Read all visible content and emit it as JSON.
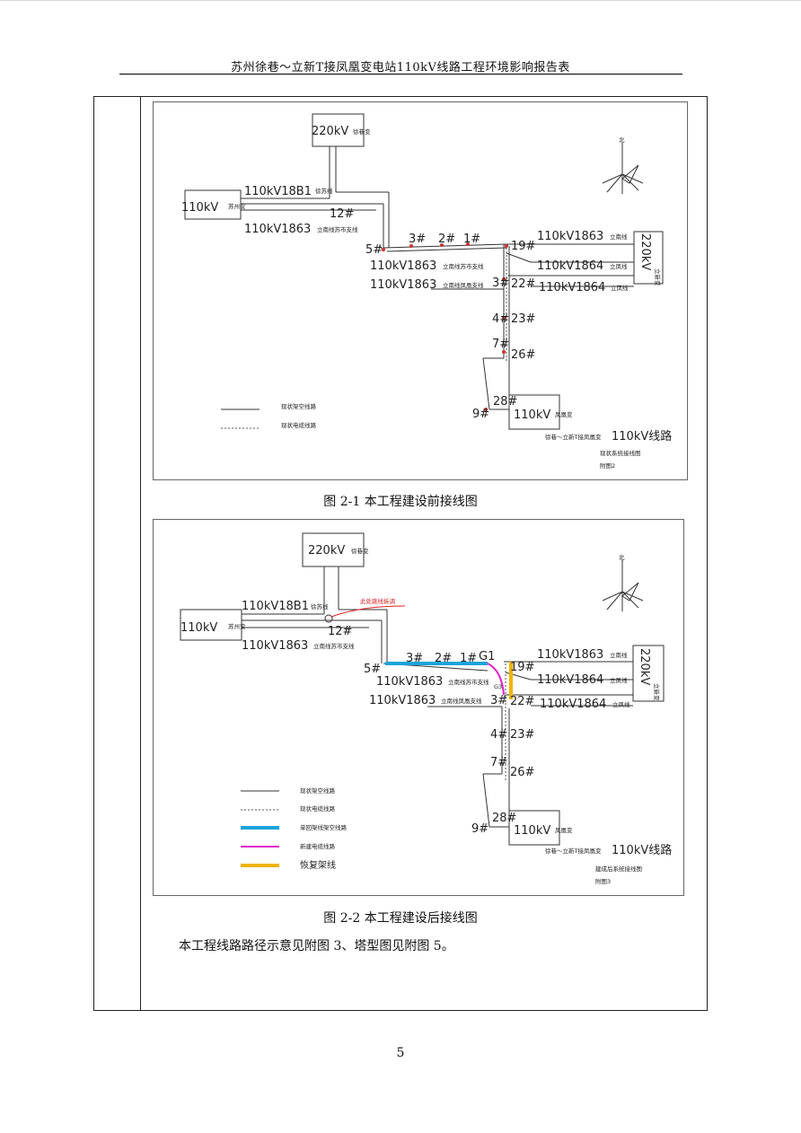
{
  "header": {
    "title": "苏州徐巷～立新T接凤凰变电站110kV线路工程环境影响报告表"
  },
  "figure1": {
    "caption": "图 2-1  本工程建设前接线图",
    "north_label": "北",
    "substations": {
      "xuxiang": {
        "kv": "220kV",
        "name": "徐巷变"
      },
      "suzhou_city": {
        "kv": "110kV",
        "name": "苏州变"
      },
      "lixin": {
        "kv": "220kV",
        "name": "立新变"
      },
      "fenghuang": {
        "kv": "110kV",
        "name": "凤凰变"
      }
    },
    "lines": {
      "l18b1": {
        "code": "110kV18B1",
        "name": "徐苏线"
      },
      "l1863_branch": {
        "code": "110kV1863",
        "name": "立南线苏市支线"
      },
      "l1863_top_right": {
        "code": "110kV1863",
        "name": "立南线"
      },
      "l1864_a": {
        "code": "110kV1864",
        "name": "立凤线"
      },
      "l1864_b": {
        "code": "110kV1864",
        "name": "立凤线"
      },
      "l1863_mid": {
        "code": "110kV1863",
        "name": "立南线苏市支线"
      },
      "l1863_fh": {
        "code": "110kV1863",
        "name": "立南线凤凰支线"
      }
    },
    "towers": [
      "12#",
      "5#",
      "3#",
      "2#",
      "1#",
      "19#",
      "3#",
      "22#",
      "4#",
      "23#",
      "7#",
      "26#",
      "28#",
      "9#"
    ],
    "legend": {
      "overhead": "现状架空线路",
      "cable": "现状电缆线路"
    },
    "title_block": {
      "project_prefix": "徐巷～立新T接凤凰变",
      "project_suffix": "110kV线路",
      "drawing_name": "现状系统接线图",
      "drawing_no": "附图2"
    }
  },
  "figure2": {
    "caption": "图 2-2  本工程建设后接线图",
    "north_label": "北",
    "note": "此处跳线拆调",
    "substations": {
      "xuxiang": {
        "kv": "220kV",
        "name": "徐巷变"
      },
      "suzhou_city": {
        "kv": "110kV",
        "name": "苏州变"
      },
      "lixin": {
        "kv": "220kV",
        "name": "立新变"
      },
      "fenghuang": {
        "kv": "110kV",
        "name": "凤凰变"
      }
    },
    "lines": {
      "l18b1": {
        "code": "110kV18B1",
        "name": "徐苏线"
      },
      "l1863_branch": {
        "code": "110kV1863",
        "name": "立南线苏市支线"
      },
      "l1863_top_right": {
        "code": "110kV1863",
        "name": "立南线"
      },
      "l1864_a": {
        "code": "110kV1864",
        "name": "立凤线"
      },
      "l1864_b": {
        "code": "110kV1864",
        "name": "立凤线"
      },
      "l1863_mid": {
        "code": "110kV1863",
        "name": "立南线苏市支线"
      },
      "l1863_fh": {
        "code": "110kV1863",
        "name": "立南线凤凰支线"
      }
    },
    "towers": [
      "12#",
      "5#",
      "3#",
      "2#",
      "1#",
      "G1",
      "19#",
      "G3",
      "3#",
      "22#",
      "4#",
      "23#",
      "7#",
      "26#",
      "28#",
      "9#"
    ],
    "legend": {
      "overhead": "现状架空线路",
      "cable": "现状电缆线路",
      "new_overhead": "单回架线架空线路",
      "new_cable": "新建电缆线路",
      "restore": "恢复架线"
    },
    "legend_colors": {
      "existing": "#333333",
      "new_overhead": "#1aa3d9",
      "new_cable": "#e020c8",
      "restore": "#f0b400"
    },
    "title_block": {
      "project_prefix": "徐巷～立新T接凤凰变",
      "project_suffix": "110kV线路",
      "drawing_name": "建成后系统接线图",
      "drawing_no": "附图3"
    }
  },
  "body": {
    "text": "本工程线路路径示意见附图 3、塔型图见附图 5。"
  },
  "footer": {
    "page_number": "5"
  }
}
